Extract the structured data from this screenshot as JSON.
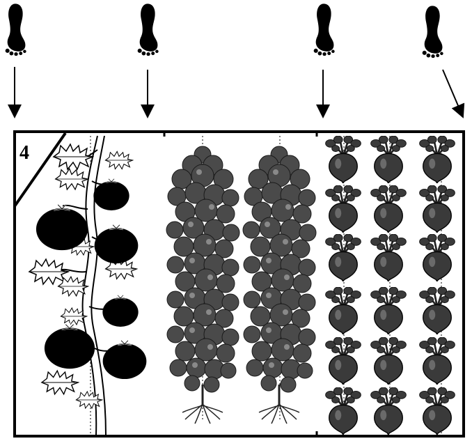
{
  "bed": {
    "number": "4",
    "sections": [
      {
        "name": "tomato-section",
        "plant": "tomato",
        "rows": 1
      },
      {
        "name": "potato-section",
        "plant": "potato",
        "rows": 2
      },
      {
        "name": "beet-section",
        "plant": "beet",
        "rows": 3,
        "per_row": 6
      }
    ]
  },
  "walk_markers": [
    {
      "icon": "footprint-icon",
      "arrow": "straight-down"
    },
    {
      "icon": "footprint-icon",
      "arrow": "straight-down"
    },
    {
      "icon": "footprint-icon",
      "arrow": "straight-down"
    },
    {
      "icon": "footprint-icon",
      "arrow": "diagonal-down-right"
    }
  ],
  "colors": {
    "ink": "#000000",
    "foliage": "#4a4a4a",
    "beet": "#3a3a3a",
    "background": "#ffffff"
  }
}
